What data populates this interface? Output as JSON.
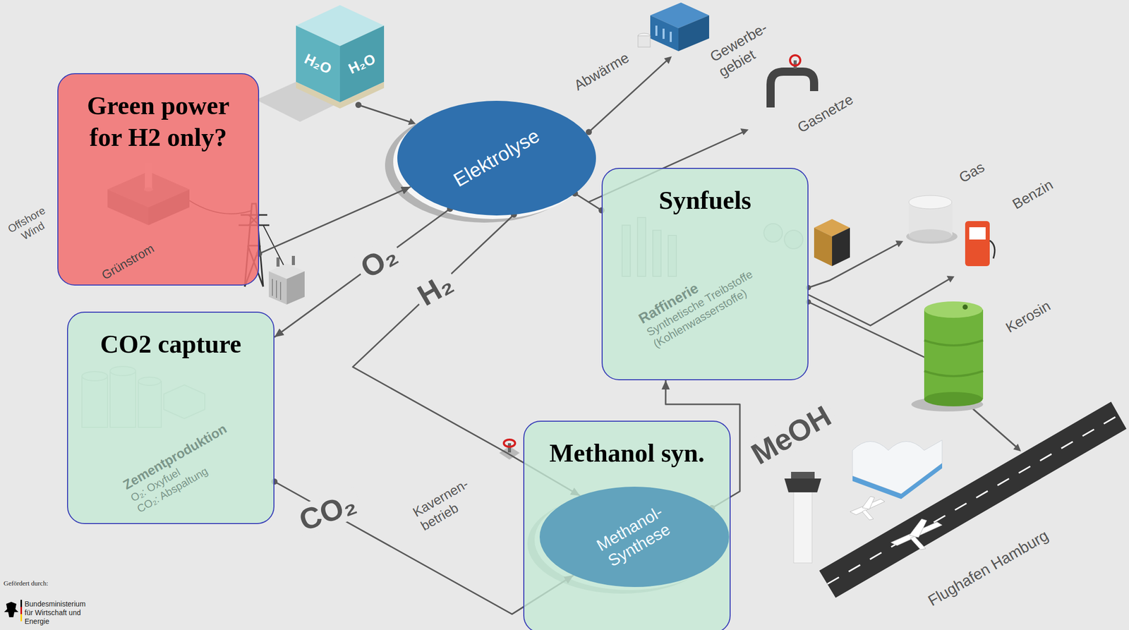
{
  "diagram": {
    "nodes": [
      {
        "text": [
          "Green power for H2 only?"
        ]
      },
      {
        "text": [
          "Elektrolyse"
        ]
      },
      {
        "text": [
          "Synfuels",
          "Raffinerie",
          "Synthetische Treibstoffe (Kohlenwasserstoffe)"
        ]
      },
      {
        "text": [
          "CO2 capture",
          "Zementproduktion",
          "O₂: Oxyfuel",
          "CO₂: Abspaltung"
        ]
      },
      {
        "text": [
          "Methanol syn."
        ]
      },
      {
        "text": [
          "Methanol- Synthese"
        ],
        "in": 4
      }
    ],
    "edges": [
      {
        "from": 0,
        "to": 1,
        "arrow": "to"
      },
      {
        "from": 1,
        "to": 3,
        "label": "O₂",
        "arrow": "to"
      },
      {
        "from": 1,
        "to": 2,
        "arrow": "none"
      },
      {
        "from": 1,
        "to": 5,
        "label": "H₂",
        "arrow": "to"
      },
      {
        "from": 3,
        "to": 5,
        "label": "CO₂",
        "arrow": "to"
      },
      {
        "from": 5,
        "to": 2,
        "label": "MeOH",
        "arrow": "to"
      }
    ],
    "labels": [
      "H₂O",
      "H₂O",
      "Offshore Wind",
      "Grünstrom",
      "Abwärme",
      "Gewerbe- gebiet",
      "Gasnetze",
      "Gas",
      "Benzin",
      "Kerosin",
      "Kavernen- betrieb",
      "Flughafen Hamburg",
      "Gefördert durch:",
      "Bundesministerium für Wirtschaft und Energie"
    ]
  }
}
